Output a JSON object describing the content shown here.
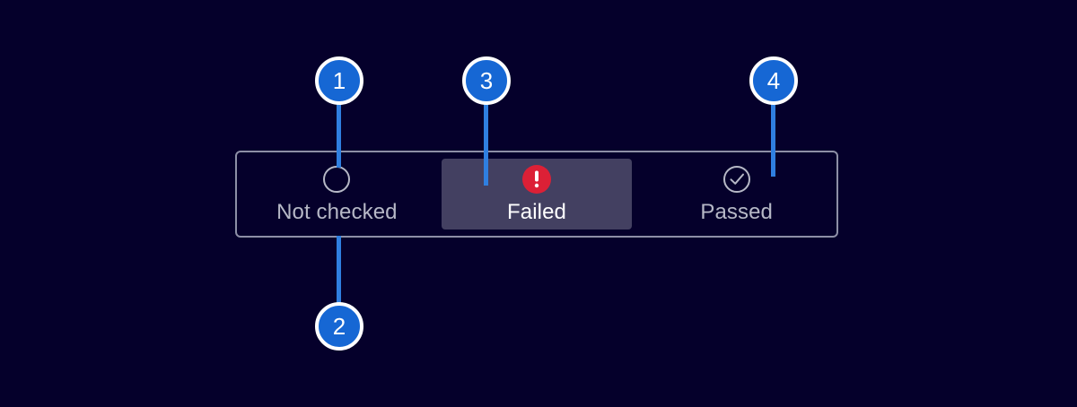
{
  "theme": {
    "background_color": "#05002b",
    "panel_border_color": "#8d8fa6",
    "selected_tile_color": "#434061",
    "accent_callout_color": "#1667d4",
    "leader_line_color": "#2f7fe0",
    "label_color": "#b6b8c6",
    "selected_label_color": "#ffffff",
    "failed_icon_color": "#dc2036"
  },
  "status_group": {
    "name": "check-status-selector",
    "options": [
      {
        "id": "not-checked",
        "label": "Not checked",
        "icon": "empty-circle-icon",
        "selected": false
      },
      {
        "id": "failed",
        "label": "Failed",
        "icon": "error-exclamation-icon",
        "selected": true
      },
      {
        "id": "passed",
        "label": "Passed",
        "icon": "circle-check-icon",
        "selected": false
      }
    ]
  },
  "callouts": [
    {
      "id": "callout-1",
      "number": "1"
    },
    {
      "id": "callout-2",
      "number": "2"
    },
    {
      "id": "callout-3",
      "number": "3"
    },
    {
      "id": "callout-4",
      "number": "4"
    }
  ]
}
